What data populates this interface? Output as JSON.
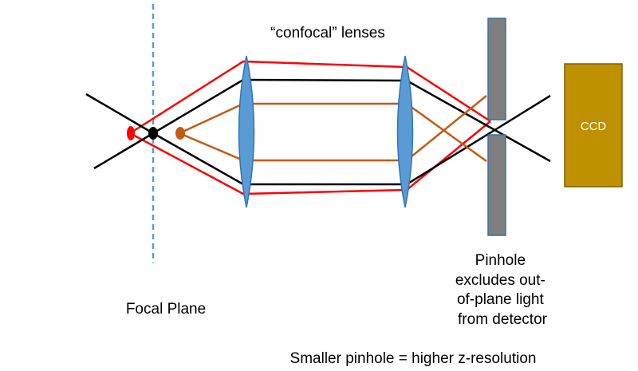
{
  "labels": {
    "lenses_title": "“confocal” lenses",
    "detector": "CCD",
    "focal_plane": "Focal Plane",
    "pinhole_lines": [
      "Pinhole",
      "excludes out-",
      "of-plane light",
      "from detector"
    ],
    "footer": "Smaller pinhole = higher z-resolution"
  },
  "colors": {
    "red_ray": "#ff0000",
    "black_ray": "#000000",
    "orange_ray": "#c55a11",
    "lens_fill": "#5b9bd5",
    "lens_stroke": "#2e75b6",
    "pinhole_fill": "#7f7f7f",
    "pinhole_stroke": "#3a6fa0",
    "ccd_fill": "#bf9000",
    "ccd_stroke": "#7f6000",
    "focal_line": "#5b9bd5"
  }
}
